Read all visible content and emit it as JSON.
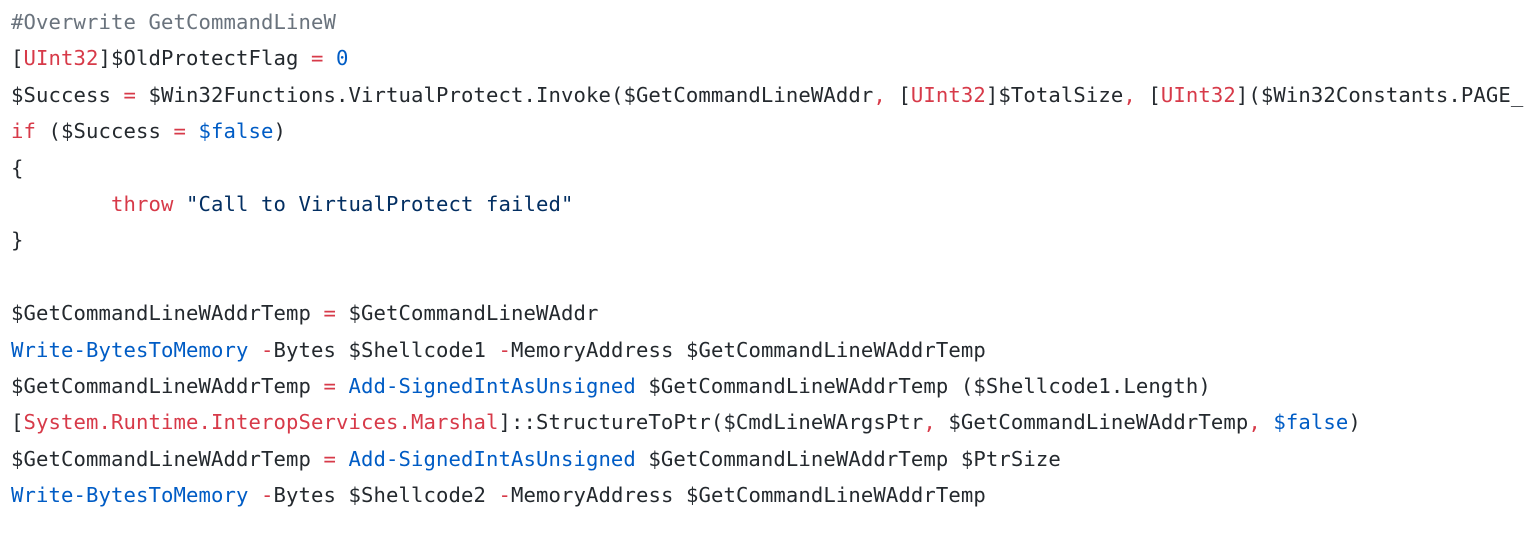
{
  "editor": {
    "language": "PowerShell",
    "colors": {
      "background": "#ffffff",
      "text": "#24292e",
      "comment": "#6a737d",
      "keyword": "#d73a49",
      "builtin": "#005cc5",
      "string": "#032f62"
    },
    "lines": [
      [
        {
          "t": "#Overwrite GetCommandLineW",
          "k": "comment"
        }
      ],
      [
        {
          "t": "[",
          "k": "plain"
        },
        {
          "t": "UInt32",
          "k": "type"
        },
        {
          "t": "]$OldProtectFlag ",
          "k": "plain"
        },
        {
          "t": "=",
          "k": "op"
        },
        {
          "t": " ",
          "k": "plain"
        },
        {
          "t": "0",
          "k": "number"
        }
      ],
      [
        {
          "t": "$Success ",
          "k": "plain"
        },
        {
          "t": "=",
          "k": "op"
        },
        {
          "t": " $Win32Functions.VirtualProtect.Invoke($GetCommandLineWAddr",
          "k": "plain"
        },
        {
          "t": ",",
          "k": "op"
        },
        {
          "t": " [",
          "k": "plain"
        },
        {
          "t": "UInt32",
          "k": "type"
        },
        {
          "t": "]$TotalSize",
          "k": "plain"
        },
        {
          "t": ",",
          "k": "op"
        },
        {
          "t": " [",
          "k": "plain"
        },
        {
          "t": "UInt32",
          "k": "type"
        },
        {
          "t": "]($Win32Constants.PAGE_",
          "k": "plain"
        }
      ],
      [
        {
          "t": "if",
          "k": "keyword"
        },
        {
          "t": " ($Success ",
          "k": "plain"
        },
        {
          "t": "=",
          "k": "op"
        },
        {
          "t": " ",
          "k": "plain"
        },
        {
          "t": "$false",
          "k": "constant"
        },
        {
          "t": ")",
          "k": "plain"
        }
      ],
      [
        {
          "t": "{",
          "k": "plain"
        }
      ],
      [
        {
          "t": "        ",
          "k": "plain"
        },
        {
          "t": "throw",
          "k": "keyword"
        },
        {
          "t": " ",
          "k": "plain"
        },
        {
          "t": "\"Call to VirtualProtect failed\"",
          "k": "string"
        }
      ],
      [
        {
          "t": "}",
          "k": "plain"
        }
      ],
      [
        {
          "t": "",
          "k": "plain"
        }
      ],
      [
        {
          "t": "$GetCommandLineWAddrTemp ",
          "k": "plain"
        },
        {
          "t": "=",
          "k": "op"
        },
        {
          "t": " $GetCommandLineWAddr",
          "k": "plain"
        }
      ],
      [
        {
          "t": "Write-BytesToMemory",
          "k": "builtin"
        },
        {
          "t": " ",
          "k": "plain"
        },
        {
          "t": "-",
          "k": "op"
        },
        {
          "t": "Bytes $Shellcode1 ",
          "k": "plain"
        },
        {
          "t": "-",
          "k": "op"
        },
        {
          "t": "MemoryAddress $GetCommandLineWAddrTemp",
          "k": "plain"
        }
      ],
      [
        {
          "t": "$GetCommandLineWAddrTemp ",
          "k": "plain"
        },
        {
          "t": "=",
          "k": "op"
        },
        {
          "t": " ",
          "k": "plain"
        },
        {
          "t": "Add-SignedIntAsUnsigned",
          "k": "builtin"
        },
        {
          "t": " $GetCommandLineWAddrTemp ($Shellcode1.Length)",
          "k": "plain"
        }
      ],
      [
        {
          "t": "[",
          "k": "plain"
        },
        {
          "t": "System.Runtime.InteropServices.Marshal",
          "k": "type"
        },
        {
          "t": "]::StructureToPtr($CmdLineWArgsPtr",
          "k": "plain"
        },
        {
          "t": ",",
          "k": "op"
        },
        {
          "t": " $GetCommandLineWAddrTemp",
          "k": "plain"
        },
        {
          "t": ",",
          "k": "op"
        },
        {
          "t": " ",
          "k": "plain"
        },
        {
          "t": "$false",
          "k": "constant"
        },
        {
          "t": ")",
          "k": "plain"
        }
      ],
      [
        {
          "t": "$GetCommandLineWAddrTemp ",
          "k": "plain"
        },
        {
          "t": "=",
          "k": "op"
        },
        {
          "t": " ",
          "k": "plain"
        },
        {
          "t": "Add-SignedIntAsUnsigned",
          "k": "builtin"
        },
        {
          "t": " $GetCommandLineWAddrTemp $PtrSize",
          "k": "plain"
        }
      ],
      [
        {
          "t": "Write-BytesToMemory",
          "k": "builtin"
        },
        {
          "t": " ",
          "k": "plain"
        },
        {
          "t": "-",
          "k": "op"
        },
        {
          "t": "Bytes $Shellcode2 ",
          "k": "plain"
        },
        {
          "t": "-",
          "k": "op"
        },
        {
          "t": "MemoryAddress $GetCommandLineWAddrTemp",
          "k": "plain"
        }
      ]
    ]
  }
}
